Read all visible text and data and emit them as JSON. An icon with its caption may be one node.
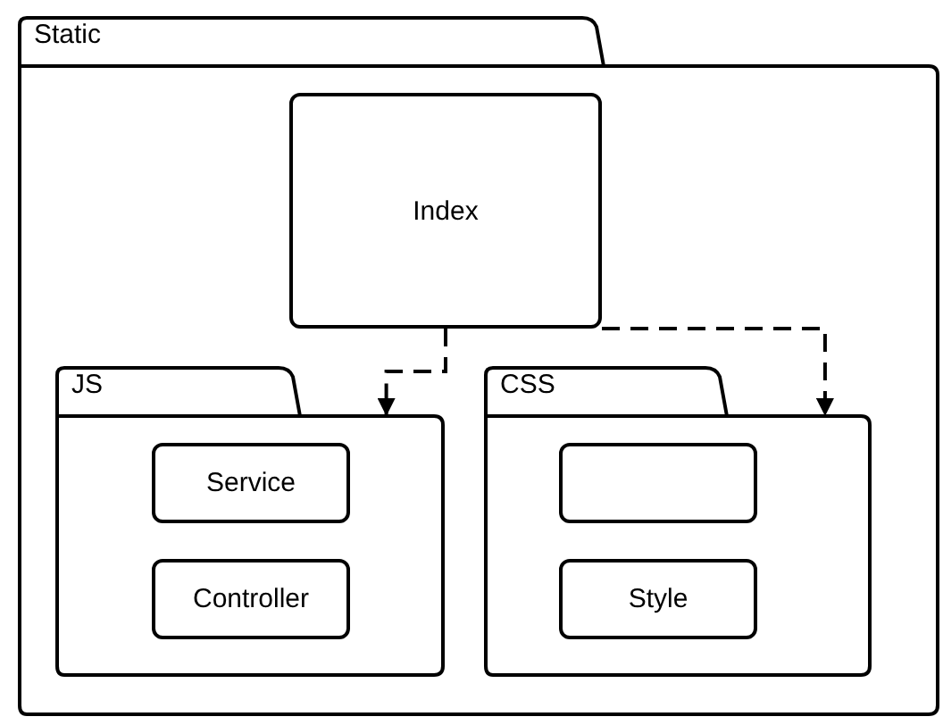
{
  "diagram": {
    "nodes": [
      {
        "text": [
          "Static"
        ]
      },
      {
        "text": [
          "Index"
        ],
        "in": 0
      },
      {
        "text": [
          "JS"
        ],
        "in": 0
      },
      {
        "text": [
          "Service"
        ],
        "in": 2
      },
      {
        "text": [
          "Controller"
        ],
        "in": 2
      },
      {
        "text": [
          "CSS"
        ],
        "in": 0
      },
      {
        "text": [],
        "shape": "box",
        "in": 5
      },
      {
        "text": [
          "Style"
        ],
        "in": 5
      }
    ],
    "edges": [
      {
        "from": 1,
        "to": 2,
        "arrow": "to",
        "style": "dashed"
      },
      {
        "from": 1,
        "to": 5,
        "arrow": "to",
        "style": "dashed"
      }
    ]
  }
}
